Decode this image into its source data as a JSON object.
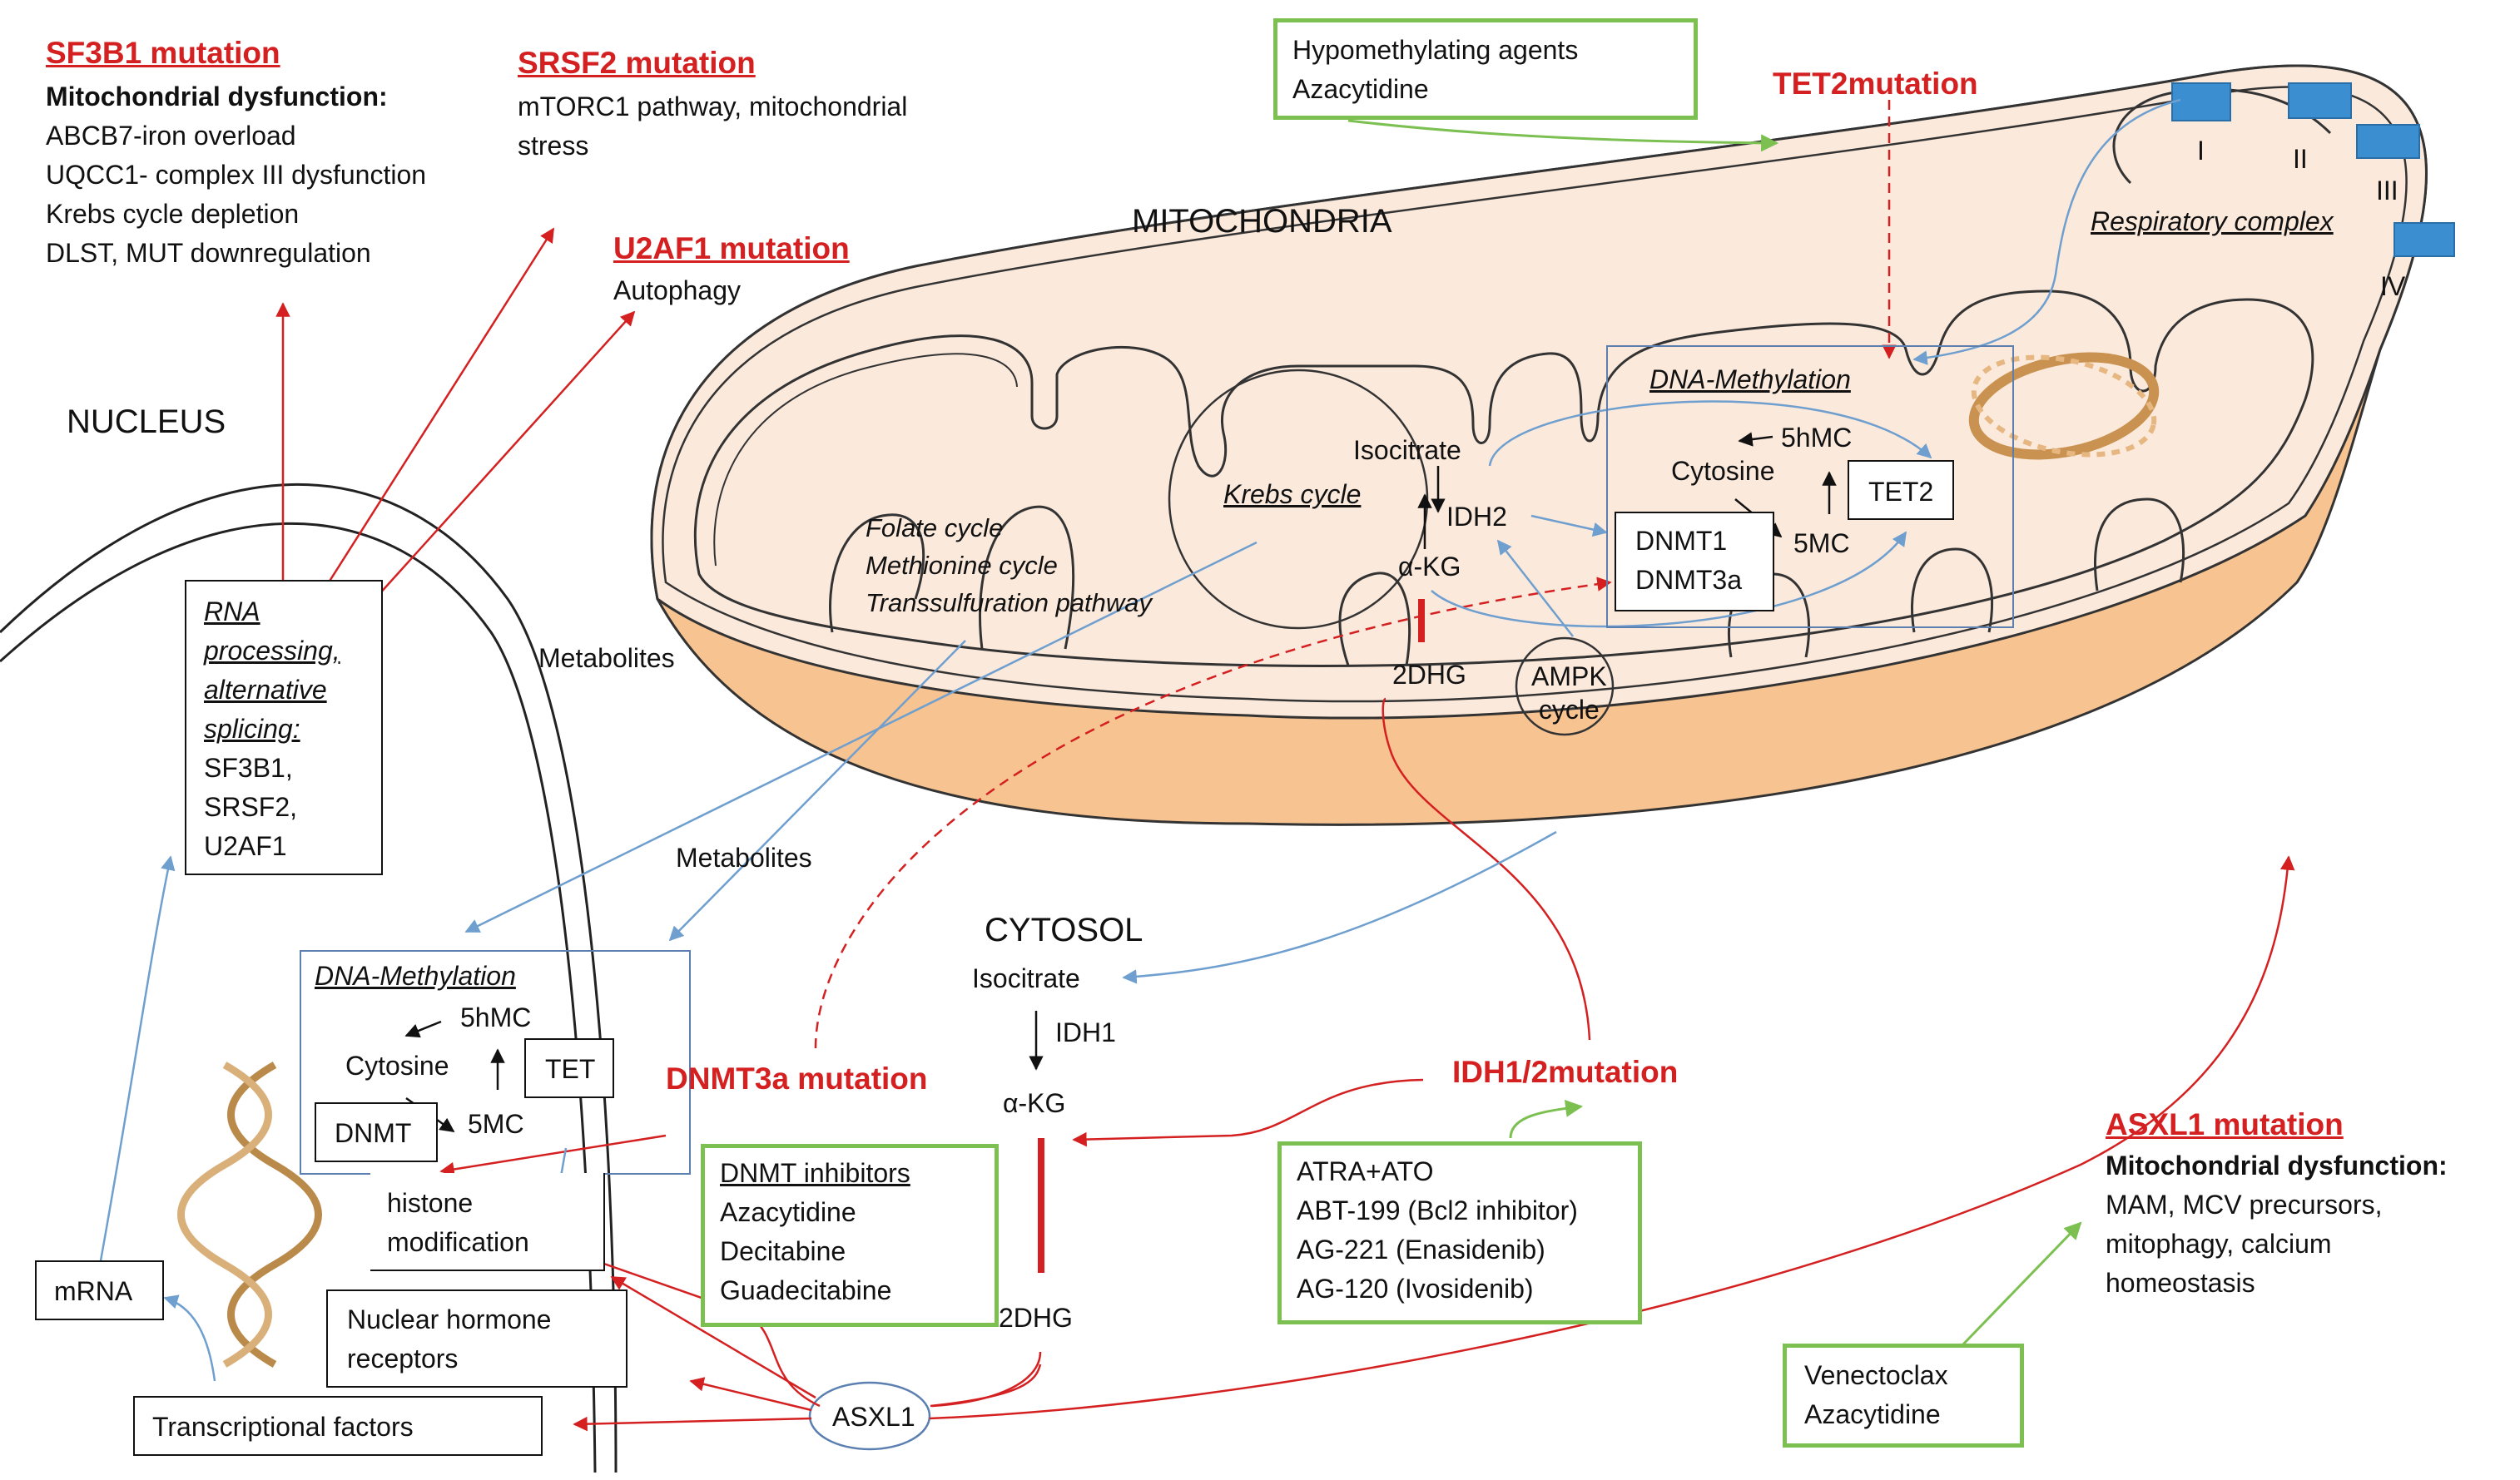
{
  "sf3b1": {
    "title": "SF3B1 mutation",
    "subtitle": "Mitochondrial dysfunction:",
    "lines": [
      "ABCB7-iron overload",
      "UQCC1- complex III dysfunction",
      "Krebs cycle depletion",
      "DLST, MUT downregulation"
    ]
  },
  "srsf2": {
    "title": "SRSF2 mutation",
    "lines": [
      "mTORC1 pathway, mitochondrial",
      "stress"
    ]
  },
  "u2af1": {
    "title": "U2AF1 mutation",
    "lines": [
      "Autophagy"
    ]
  },
  "hypomethylating": {
    "lines": [
      "Hypomethylating  agents",
      "Azacytidine"
    ]
  },
  "tet2mut": {
    "title": "TET2mutation"
  },
  "mitochondria_label": "MITOCHONDRIA",
  "nucleus_label": "NUCLEUS",
  "cytosol_label": "CYTOSOL",
  "respiratory": {
    "label": "Respiratory complex",
    "complexes": [
      "I",
      "II",
      "III",
      "IV"
    ]
  },
  "mito_dna_methylation": {
    "title": "DNA-Methylation",
    "hmc": "5hMC",
    "cytosine": "Cytosine",
    "mc": "5MC",
    "tet": "TET2",
    "dnmt": [
      "DNMT1",
      "DNMT3a"
    ]
  },
  "krebs": {
    "title": "Krebs cycle",
    "isocitrate": "Isocitrate",
    "idh": "IDH2",
    "akg": "α-KG",
    "dhg": "2DHG",
    "ampk": [
      "AMPK",
      "cycle"
    ]
  },
  "cycles": [
    "Folate cycle",
    "Methionine cycle",
    "Transsulfuration pathway"
  ],
  "metabolites": [
    "Metabolites",
    "Metabolites"
  ],
  "rna_box": {
    "lines_italic": [
      "RNA",
      "processing,",
      "alternative",
      "splicing:"
    ],
    "lines": [
      "SF3B1,",
      "SRSF2,",
      "U2AF1"
    ]
  },
  "nuc_dna_methylation": {
    "title": "DNA-Methylation",
    "hmc": "5hMC",
    "cytosine": "Cytosine",
    "mc": "5MC",
    "tet": "TET",
    "dnmt": "DNMT"
  },
  "histone": [
    "histone",
    "modification"
  ],
  "nuclear_hormone": [
    "Nuclear hormone",
    "receptors"
  ],
  "transcriptional": "Transcriptional factors",
  "mrna": "mRNA",
  "asxl1_node": "ASXL1",
  "dnmt3a_mut": "DNMT3a mutation",
  "cytosol_path": {
    "isocitrate": "Isocitrate",
    "idh": "IDH1",
    "akg": "α-KG",
    "dhg": "2DHG"
  },
  "dnmt_inhibitors": {
    "title": "DNMT inhibitors",
    "lines": [
      "Azacytidine",
      "Decitabine",
      "Guadecitabine"
    ]
  },
  "idh_mut": "IDH1/2mutation",
  "idh_drugs": [
    "ATRA+ATO",
    "ABT-199 (Bcl2 inhibitor)",
    "AG-221 (Enasidenib)",
    "AG-120 (Ivosidenib)"
  ],
  "asxl1_mut": {
    "title": "ASXL1 mutation",
    "subtitle": "Mitochondrial dysfunction:",
    "lines": [
      "MAM, MCV precursors,",
      "mitophagy, calcium",
      "homeostasis"
    ]
  },
  "venetoclax": [
    "Venectoclax",
    "Azacytidine"
  ],
  "colors": {
    "red": "#d42020",
    "green": "#7cc052",
    "blue": "#6f9fcf",
    "mito_fill": "#fbe9dc",
    "mito_base": "#f6c391",
    "complex": "#3b8ed0"
  }
}
